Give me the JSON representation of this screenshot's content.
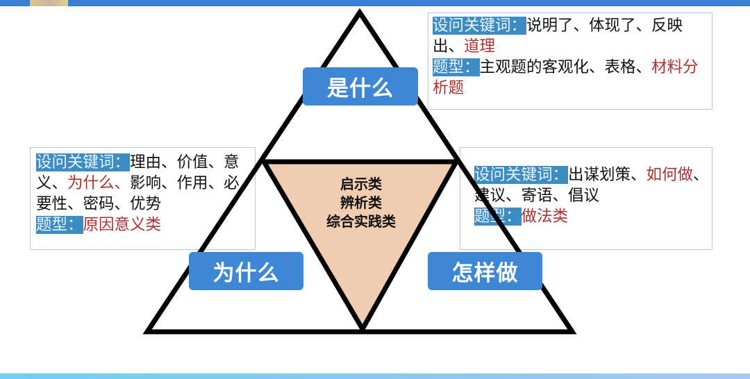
{
  "diagram": {
    "colors": {
      "label_bg": "#3d87d6",
      "keyword_highlight": "#3d8cc4",
      "emphasis_red": "#b03030",
      "center_fill": "#f0ccb0",
      "outline": "#000000"
    },
    "labels": {
      "top": "是什么",
      "left": "为什么",
      "right": "怎样做"
    },
    "center": {
      "lines": [
        "启示类",
        "辨析类",
        "综合实践类"
      ]
    },
    "boxes": {
      "top": {
        "keyword_label": "设问关键词：",
        "keywords_a": "说明了、体现了、反映出、",
        "keywords_red": "道理",
        "type_label": "题型：",
        "type_a": "主观题的客观化、表格、",
        "type_red": "材料分析题"
      },
      "left": {
        "keyword_label": "设问关键词：",
        "keywords_a": "理由、价值、意义、",
        "keywords_red": "为什么、",
        "keywords_b": "影响、作用、必要性、密码、优势",
        "type_label": "题型：",
        "type_red": "原因意义类"
      },
      "right": {
        "keyword_label": "设问关键词：",
        "keywords_a": "出谋划策、",
        "keywords_red": "如何做",
        "keywords_b": "、建议、寄语、倡议",
        "type_label": "题型：",
        "type_red": "做法类"
      }
    }
  }
}
